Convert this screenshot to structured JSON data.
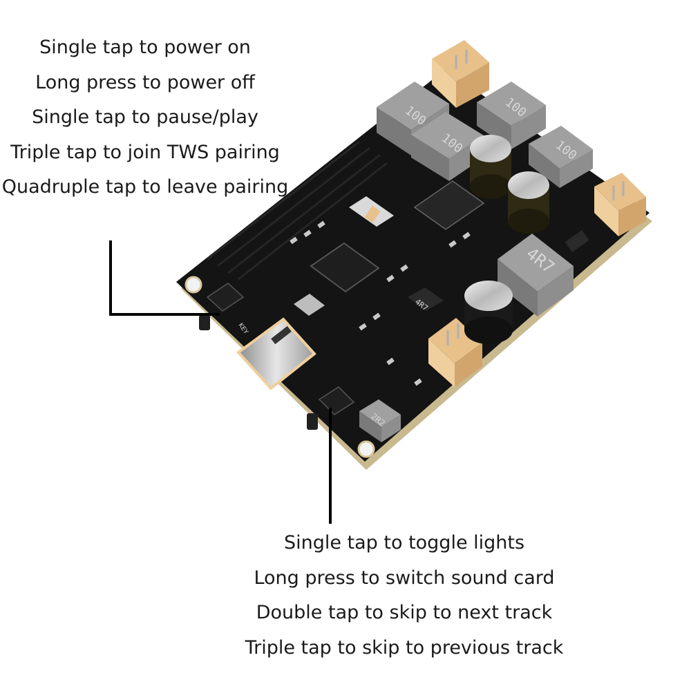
{
  "power_button_functions": [
    "Single tap to power on",
    "Long press to power off",
    "Single tap to pause/play",
    "Triple tap to join TWS pairing",
    "Quadruple tap to leave pairing"
  ],
  "light_button_functions": [
    "Single tap to toggle lights",
    "Long press to switch sound card",
    "Double tap to skip to next track",
    "Triple tap to skip to previous track"
  ],
  "board_markings": {
    "inductor_1": "100",
    "inductor_2": "100",
    "inductor_3": "100",
    "inductor_4": "100",
    "inductor_main": "4R7",
    "inductor_small": "2R2",
    "inductor_mid": "4R7",
    "key_label": "KEY"
  },
  "colors": {
    "pcb": "#141414",
    "connector": "#e8c08a",
    "inductor": "#8a8a8a",
    "capacitor": "#2e2a14",
    "leader_line": "#000000"
  }
}
